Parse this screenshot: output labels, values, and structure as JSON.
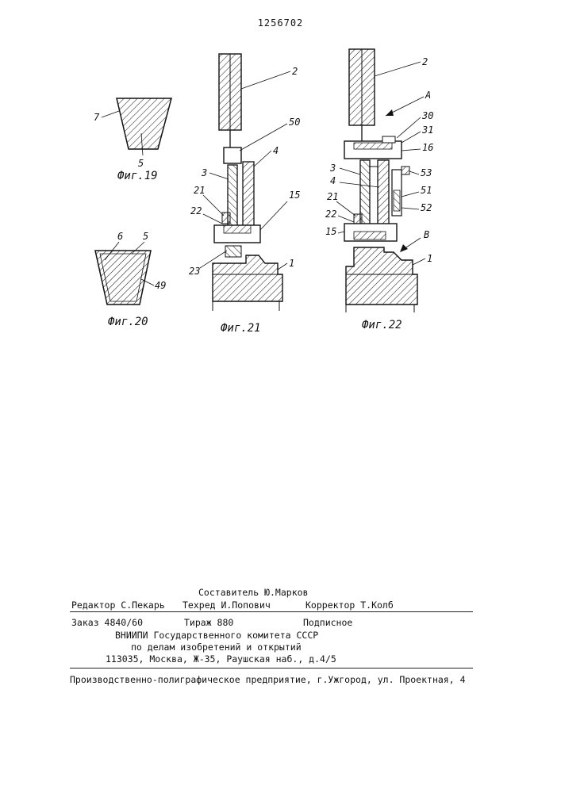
{
  "page_number": "1256702",
  "figures": [
    {
      "caption": "Фиг.19",
      "labels": [
        "7",
        "5"
      ]
    },
    {
      "caption": "Фиг.20",
      "labels": [
        "6",
        "5",
        "49"
      ]
    },
    {
      "caption": "Фиг.21",
      "labels": [
        "2",
        "50",
        "3",
        "4",
        "21",
        "22",
        "15",
        "23",
        "1"
      ]
    },
    {
      "caption": "Фиг.22",
      "labels": [
        "2",
        "А",
        "30",
        "31",
        "16",
        "3",
        "53",
        "4",
        "51",
        "21",
        "52",
        "22",
        "15",
        "В",
        "1"
      ]
    }
  ],
  "footer": {
    "compiler": "Составитель Ю.Марков",
    "editor": "Редактор  С.Пекарь",
    "techred": "Техред И.Попович",
    "corrector": "Корректор Т.Колб",
    "order": "Заказ 4840/60",
    "tirage": "Тираж 880",
    "subscription": "Подписное",
    "org_line1": "ВНИИПИ Государственного комитета СССР",
    "org_line2": "по делам изобретений и открытий",
    "address": "113035, Москва, Ж-35, Раушская наб., д.4/5",
    "printer": "Производственно-полиграфическое предприятие, г.Ужгород, ул. Проектная, 4"
  }
}
